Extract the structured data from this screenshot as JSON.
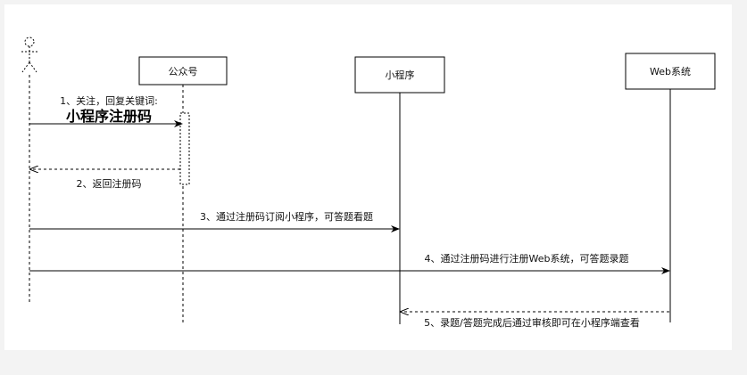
{
  "participants": [
    {
      "id": "actor",
      "label": ""
    },
    {
      "id": "gzh",
      "label": "公众号"
    },
    {
      "id": "mini",
      "label": "小程序"
    },
    {
      "id": "web",
      "label": "Web系统"
    }
  ],
  "messages": {
    "m1_small": "1、关注，回复关键词:",
    "m1_big": "小程序注册码",
    "m2": "2、返回注册码",
    "m3": "3、通过注册码订阅小程序，可答题看题",
    "m4": "4、通过注册码进行注册Web系统，可答题录题",
    "m5": "5、录题/答题完成后通过审核即可在小程序端查看"
  }
}
